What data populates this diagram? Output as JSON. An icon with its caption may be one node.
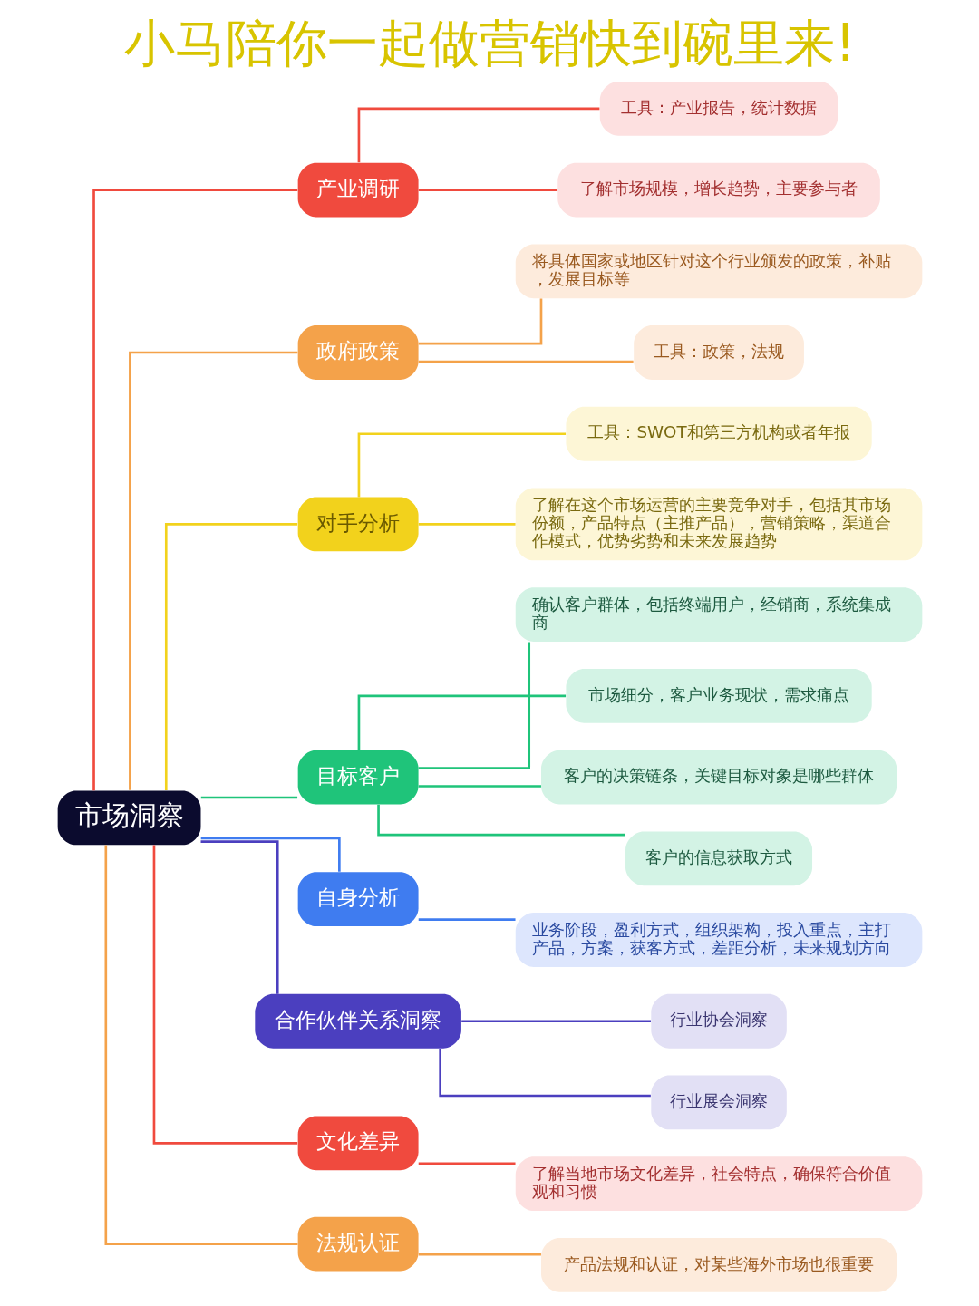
{
  "diagram": {
    "title": "小马陪你一起做营销快到碗里来!",
    "nodes": [
      {
        "text": [
          "市场洞察"
        ]
      },
      {
        "text": [
          "产业调研"
        ]
      },
      {
        "text": [
          "工具：产业报告，统计数据"
        ]
      },
      {
        "text": [
          "了解市场规模，增长趋势，主要参与者"
        ]
      },
      {
        "text": [
          "政府政策"
        ]
      },
      {
        "text": [
          "将具体国家或地区针对这个行业颁发的政策，补贴，发展目标等"
        ]
      },
      {
        "text": [
          "工具：政策，法规"
        ]
      },
      {
        "text": [
          "对手分析"
        ]
      },
      {
        "text": [
          "工具：SWOT和第三方机构或者年报"
        ]
      },
      {
        "text": [
          "了解在这个市场运营的主要竞争对手，包括其市场份额，产品特点（主推产品），营销策略，渠道合作模式，优势劣势和未来发展趋势"
        ]
      },
      {
        "text": [
          "目标客户"
        ]
      },
      {
        "text": [
          "确认客户群体，包括终端用户，经销商，系统集成商"
        ]
      },
      {
        "text": [
          "市场细分，客户业务现状，需求痛点"
        ]
      },
      {
        "text": [
          "客户的决策链条，关键目标对象是哪些群体"
        ]
      },
      {
        "text": [
          "客户的信息获取方式"
        ]
      },
      {
        "text": [
          "自身分析"
        ]
      },
      {
        "text": [
          "业务阶段，盈利方式，组织架构，投入重点，主打产品，方案，获客方式，差距分析，未来规划方向"
        ]
      },
      {
        "text": [
          "合作伙伴关系洞察"
        ]
      },
      {
        "text": [
          "行业协会洞察"
        ]
      },
      {
        "text": [
          "行业展会洞察"
        ]
      },
      {
        "text": [
          "文化差异"
        ]
      },
      {
        "text": [
          "了解当地市场文化差异，社会特点，确保符合价值观和习惯"
        ]
      },
      {
        "text": [
          "法规认证"
        ]
      },
      {
        "text": [
          "产品法规和认证，对某些海外市场也很重要"
        ]
      }
    ],
    "edges": [
      {
        "from": 0,
        "to": 1,
        "arrow": "none",
        "color": "#f04a3e"
      },
      {
        "from": 1,
        "to": 2,
        "arrow": "none",
        "color": "#f04a3e"
      },
      {
        "from": 1,
        "to": 3,
        "arrow": "none",
        "color": "#f04a3e"
      },
      {
        "from": 0,
        "to": 4,
        "arrow": "none",
        "color": "#f4a24a"
      },
      {
        "from": 4,
        "to": 5,
        "arrow": "none",
        "color": "#f4a24a"
      },
      {
        "from": 4,
        "to": 6,
        "arrow": "none",
        "color": "#f4a24a"
      },
      {
        "from": 0,
        "to": 7,
        "arrow": "none",
        "color": "#f2d21c"
      },
      {
        "from": 7,
        "to": 8,
        "arrow": "none",
        "color": "#f2d21c"
      },
      {
        "from": 7,
        "to": 9,
        "arrow": "none",
        "color": "#f2d21c"
      },
      {
        "from": 0,
        "to": 10,
        "arrow": "none",
        "color": "#1fc47a"
      },
      {
        "from": 10,
        "to": 11,
        "arrow": "none",
        "color": "#1fc47a"
      },
      {
        "from": 10,
        "to": 12,
        "arrow": "none",
        "color": "#1fc47a"
      },
      {
        "from": 10,
        "to": 13,
        "arrow": "none",
        "color": "#1fc47a"
      },
      {
        "from": 10,
        "to": 14,
        "arrow": "none",
        "color": "#1fc47a"
      },
      {
        "from": 0,
        "to": 15,
        "arrow": "none",
        "color": "#3f7cf0"
      },
      {
        "from": 15,
        "to": 16,
        "arrow": "none",
        "color": "#3f7cf0"
      },
      {
        "from": 0,
        "to": 17,
        "arrow": "none",
        "color": "#4b3fbf"
      },
      {
        "from": 17,
        "to": 18,
        "arrow": "none",
        "color": "#4b3fbf"
      },
      {
        "from": 17,
        "to": 19,
        "arrow": "none",
        "color": "#4b3fbf"
      },
      {
        "from": 0,
        "to": 20,
        "arrow": "none",
        "color": "#f04a3e"
      },
      {
        "from": 20,
        "to": 21,
        "arrow": "none",
        "color": "#f04a3e"
      },
      {
        "from": 0,
        "to": 22,
        "arrow": "none",
        "color": "#f4a24a"
      },
      {
        "from": 22,
        "to": 23,
        "arrow": "none",
        "color": "#f4a24a"
      }
    ]
  }
}
